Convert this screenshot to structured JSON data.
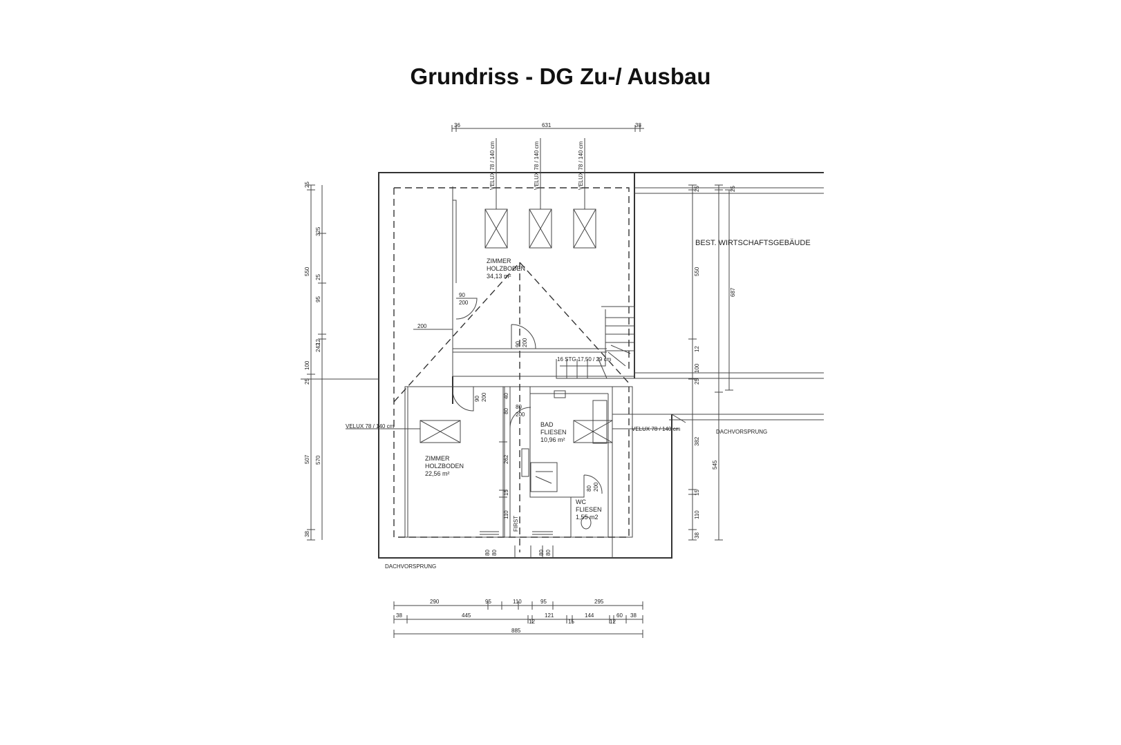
{
  "title": "Grundriss - DG Zu-/ Ausbau",
  "rooms": {
    "upper": {
      "name": "ZIMMER",
      "floor": "HOLZBODEN",
      "area": "34,13 m²"
    },
    "lower": {
      "name": "ZIMMER",
      "floor": "HOLZBODEN",
      "area": "22,56 m²"
    },
    "bath": {
      "name": "BAD",
      "floor": "FLIESEN",
      "area": "10,96 m²"
    },
    "wc": {
      "name": "WC",
      "floor": "FLIESEN",
      "area": "1,55 m2"
    },
    "existing": "BEST. WIRTSCHAFTSGEBÄUDE"
  },
  "labels": {
    "velux_left": "VELUX  78 / 140 cm",
    "velux_right": "VELUX  78 / 140 cm",
    "velux_top": "VELUX  78 / 140 cm",
    "dachvorsprung_right": "DACHVORSPRUNG",
    "dachvorsprung_bottom": "DACHVORSPRUNG",
    "stairs": "16 STG  17,50 / 29 cm",
    "first": "FIRST"
  },
  "doors": {
    "d1": [
      "90",
      "200"
    ],
    "d2": [
      "90",
      "200"
    ],
    "d3": [
      "90",
      "200"
    ],
    "d4": [
      "80",
      "200"
    ],
    "d5": [
      "80",
      "200"
    ],
    "w1": [
      "80",
      "80"
    ],
    "w2": [
      "80",
      "80"
    ]
  },
  "dims": {
    "top": [
      "36",
      "631",
      "38"
    ],
    "left_outer": [
      "25",
      "550",
      "100",
      "25",
      "507",
      "38"
    ],
    "left_inner": [
      "325",
      "25",
      "95",
      "12",
      "242",
      "570"
    ],
    "inner_misc": [
      "200",
      "40",
      "80",
      "262",
      "15",
      "110"
    ],
    "right_a": [
      "25",
      "550",
      "12",
      "100",
      "25",
      "382",
      "15",
      "110",
      "38"
    ],
    "right_b": [
      "25",
      "687",
      "545"
    ],
    "bottom_1": [
      "290",
      "95",
      "110",
      "95",
      "295"
    ],
    "bottom_2": [
      "38",
      "445",
      "12",
      "121",
      "15",
      "144",
      "12",
      "60",
      "38"
    ],
    "bottom_3": [
      "885"
    ]
  }
}
